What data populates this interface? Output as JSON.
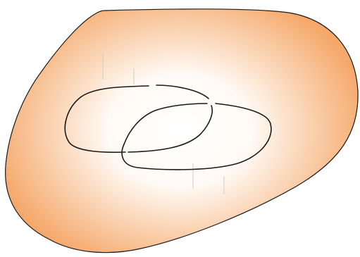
{
  "figure": {
    "surface_fill_center": "#ffffff",
    "surface_fill_edge": "#f5a86a",
    "outline_color": "#1a1a1a",
    "guide_line_color": "#cccccc",
    "curves": [
      {
        "name": "left-loop",
        "crossings": "over-under"
      },
      {
        "name": "right-loop",
        "crossings": "under-over"
      }
    ]
  }
}
